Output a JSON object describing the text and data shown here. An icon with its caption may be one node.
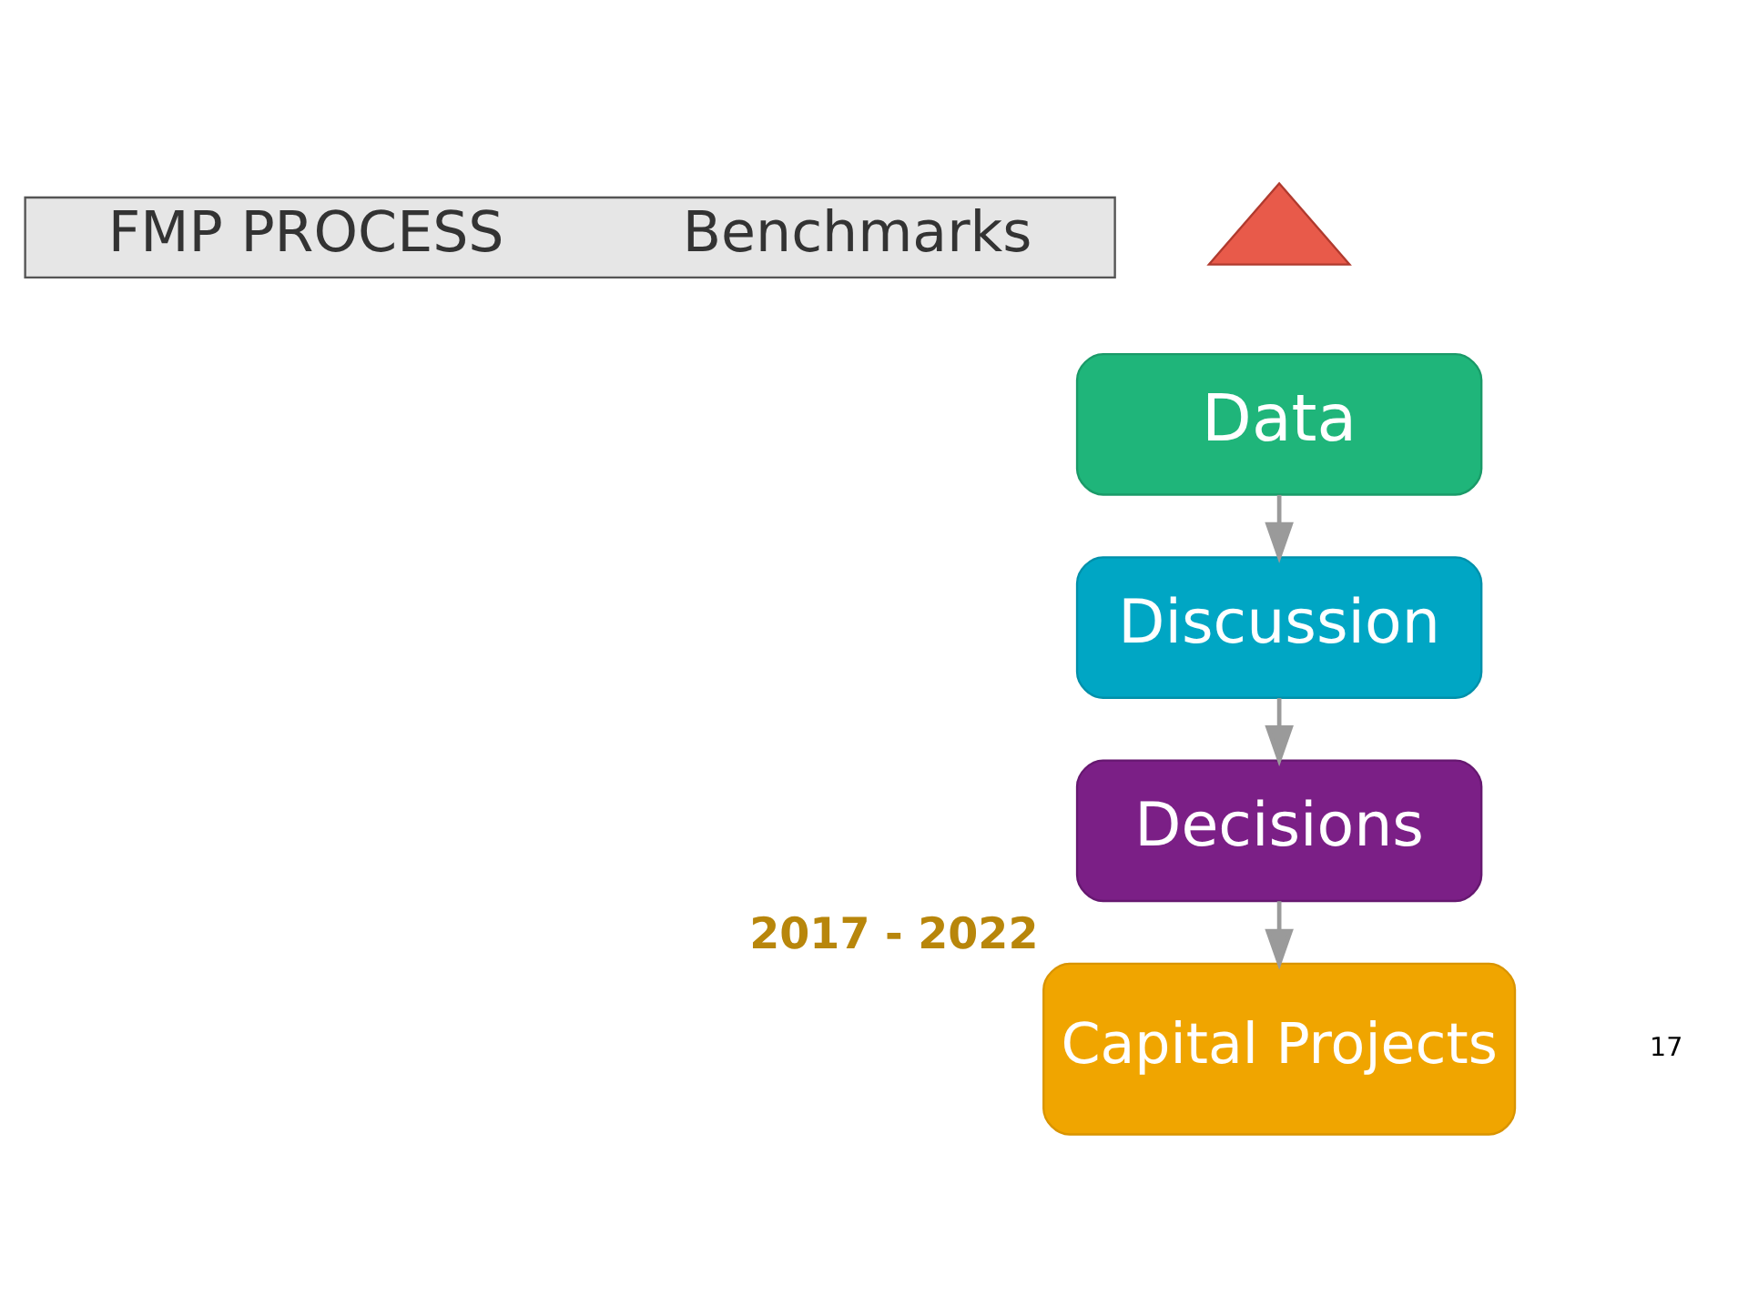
{
  "diagram": {
    "nodes": [
      {
        "text": [
          "FMP PROCESS",
          "Benchmarks"
        ]
      },
      {
        "text": [],
        "shape": "triangle"
      },
      {
        "text": [
          "Data"
        ]
      },
      {
        "text": [
          "Discussion"
        ]
      },
      {
        "text": [
          "Decisions"
        ]
      },
      {
        "text": [
          "Capital Projects"
        ],
        "beside": [
          "2017 - 2022"
        ]
      }
    ],
    "edges": [
      {
        "from": 2,
        "to": 3,
        "arrow": "to"
      },
      {
        "from": 3,
        "to": 4,
        "arrow": "to"
      },
      {
        "from": 4,
        "to": 5,
        "arrow": "to"
      }
    ],
    "labels": [
      "17"
    ]
  }
}
